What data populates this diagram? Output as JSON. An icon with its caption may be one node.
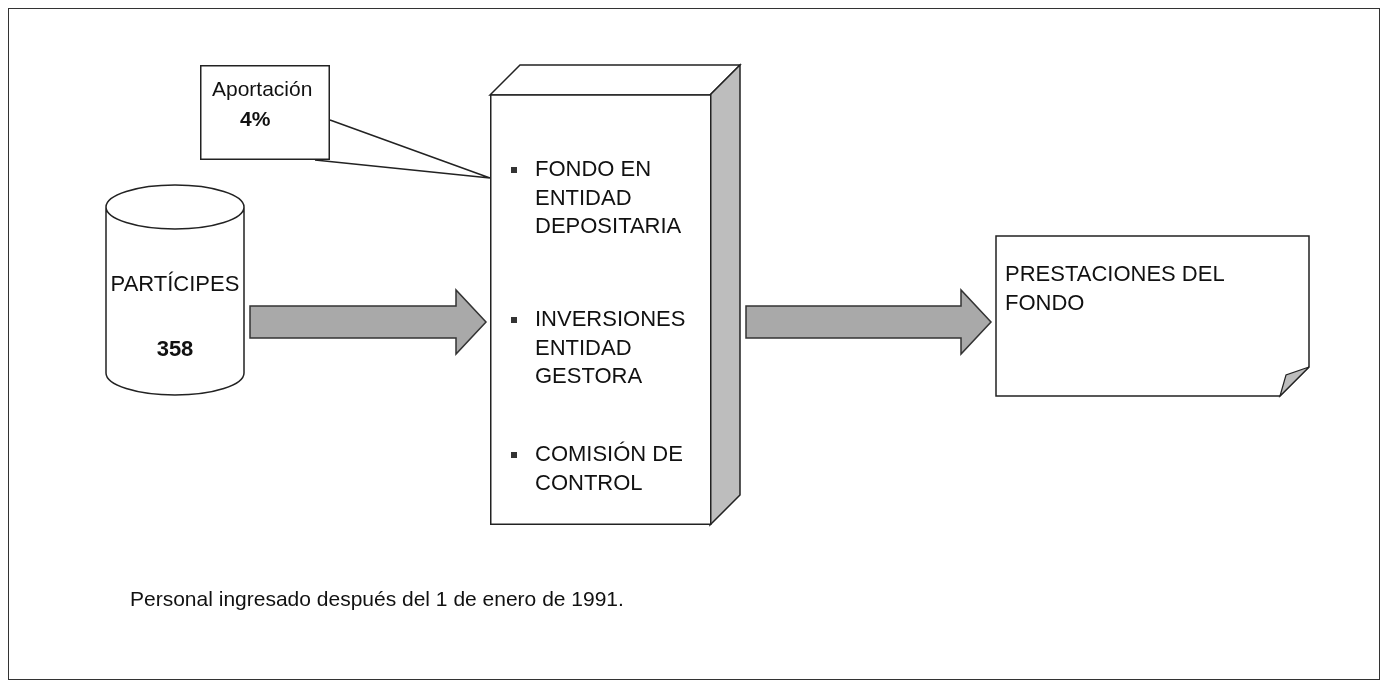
{
  "diagram": {
    "nodes": [
      {
        "text": [
          "PARTÍCIPES",
          "358"
        ]
      },
      {
        "text": [
          "Aportación",
          "4%"
        ]
      },
      {
        "text": [
          "FONDO EN ENTIDAD DEPOSITARIA",
          "INVERSIONES ENTIDAD GESTORA",
          "COMISIÓN DE CONTROL"
        ]
      },
      {
        "text": [
          "PRESTACIONES DEL FONDO"
        ]
      }
    ],
    "edges": [
      {
        "from": 0,
        "to": 2,
        "arrow": "to",
        "style": "thick"
      },
      {
        "from": 2,
        "to": 3,
        "arrow": "to",
        "style": "thick"
      },
      {
        "from": 1,
        "to": 2,
        "arrow": "none"
      }
    ],
    "labels": [
      "Personal ingresado después del 1 de enero de 1991."
    ]
  }
}
